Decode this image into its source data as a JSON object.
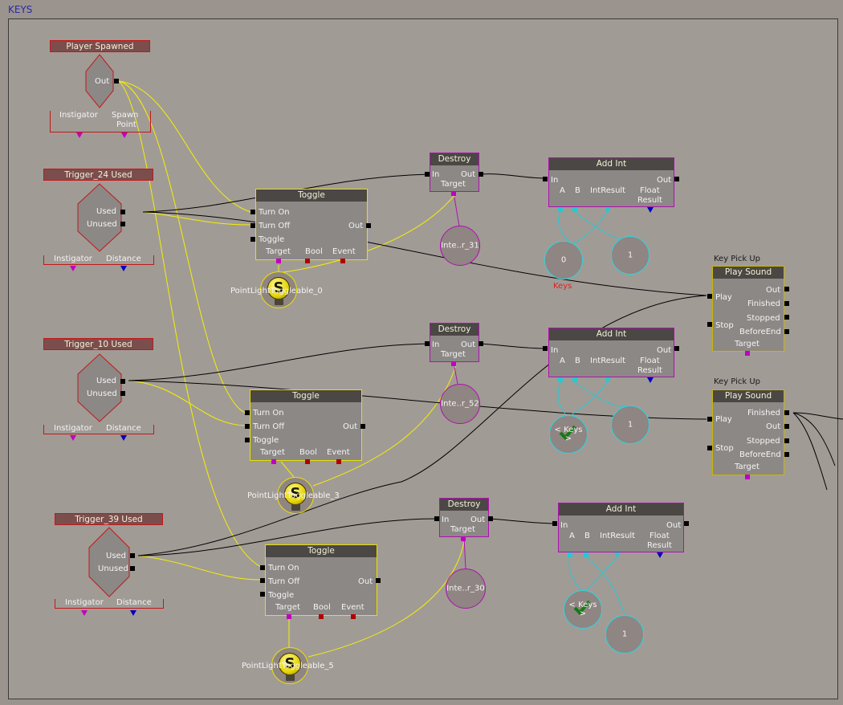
{
  "window": {
    "title": "KEYS"
  },
  "events": {
    "player_spawned": {
      "title": "Player Spawned",
      "out": "Out",
      "var1": "Instigator",
      "var2_line1": "Spawn",
      "var2_line2": "Point"
    },
    "trigger24": {
      "title": "Trigger_24 Used",
      "used": "Used",
      "unused": "Unused",
      "var1": "Instigator",
      "var2": "Distance"
    },
    "trigger10": {
      "title": "Trigger_10 Used",
      "used": "Used",
      "unused": "Unused",
      "var1": "Instigator",
      "var2": "Distance"
    },
    "trigger39": {
      "title": "Trigger_39 Used",
      "used": "Used",
      "unused": "Unused",
      "var1": "Instigator",
      "var2": "Distance"
    }
  },
  "toggle": {
    "title": "Toggle",
    "turn_on": "Turn On",
    "turn_off": "Turn Off",
    "toggle": "Toggle",
    "out": "Out",
    "target": "Target",
    "bool": "Bool",
    "event": "Event"
  },
  "destroy": {
    "title": "Destroy",
    "in": "In",
    "out": "Out",
    "target": "Target"
  },
  "addint": {
    "title": "Add Int",
    "in": "In",
    "out": "Out",
    "a": "A",
    "b": "B",
    "intresult": "IntResult",
    "float": "Float",
    "result": "Result"
  },
  "playsound": {
    "caption": "Key Pick Up",
    "title": "Play Sound",
    "play": "Play",
    "stop": "Stop",
    "out": "Out",
    "finished": "Finished",
    "stopped": "Stopped",
    "beforeend": "BeforeEnd",
    "target": "Target"
  },
  "objects": {
    "inte1": "Inte..r_31",
    "inte2": "Inte..r_52",
    "inte3": "Inte..r_30",
    "light0": "PointLightToggleable_0",
    "light3": "PointLightToggleable_3",
    "light5": "PointLightToggleable_5"
  },
  "vars": {
    "zero": "0",
    "one": "1",
    "keys_label": "Keys",
    "keys_named": "< Keys >"
  },
  "colors": {
    "yellow_wire": "#f4f000",
    "black_wire": "#000000",
    "magenta": "#c000c0",
    "cyan": "#25c9d3",
    "event_border": "#c21818"
  }
}
